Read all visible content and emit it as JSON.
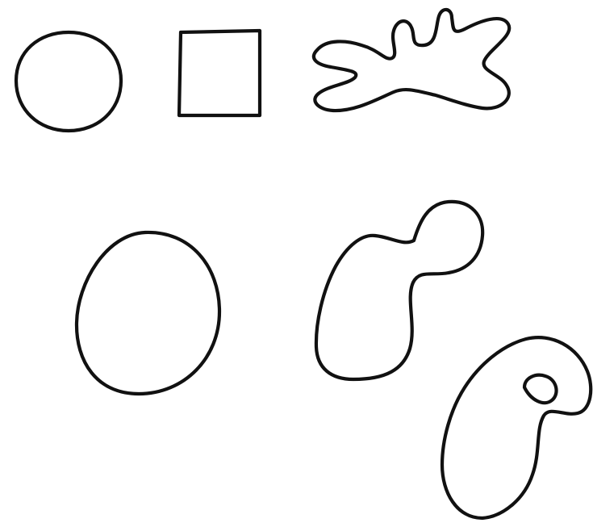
{
  "diagram": {
    "background": "#ffffff",
    "stroke_color": "#111111",
    "shapes": [
      {
        "name": "circle-shape"
      },
      {
        "name": "square-shape"
      },
      {
        "name": "irregular-blob-shape"
      },
      {
        "name": "egg-shape"
      },
      {
        "name": "bulb-shape"
      },
      {
        "name": "spiral-teardrop-shape"
      }
    ]
  }
}
